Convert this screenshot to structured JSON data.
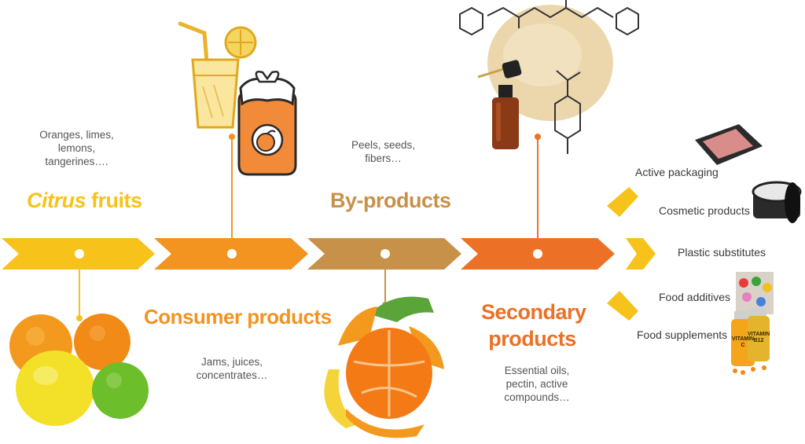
{
  "stages": [
    {
      "id": "citrus",
      "title_italic": "Citrus",
      "title_rest": " fruits",
      "description": [
        "Oranges, limes,",
        "lemons,",
        "tangerines…."
      ],
      "color": "#f7c21a"
    },
    {
      "id": "consumer",
      "title": "Consumer products",
      "description": [
        "Jams, juices,",
        "concentrates…"
      ],
      "color": "#f39320"
    },
    {
      "id": "byproducts",
      "title": "By-products",
      "description": [
        "Peels, seeds,",
        "fibers…"
      ],
      "color": "#c8914a"
    },
    {
      "id": "secondary",
      "title": "Secondary products",
      "title_lines": [
        "Secondary",
        "products"
      ],
      "description": [
        "Essential oils,",
        "pectin, active",
        "compounds…"
      ],
      "color": "#ec7025"
    }
  ],
  "applications": [
    "Active packaging",
    "Cosmetic products",
    "Plastic substitutes",
    "Food additives",
    "Food supplements"
  ],
  "images": {
    "citrus": "citrus-fruits-photo",
    "consumer": "juice-and-jam-illustration",
    "byproducts": "peeled-tangerine-photo",
    "secondary": "essential-oil-and-pectin-powder",
    "packaging": "meat-tray-photo",
    "cosmetic": "cream-jar-photo",
    "additives": "candies-photo",
    "supplements": "vitamin-bottles-photo"
  },
  "vitamin_labels": {
    "c": "VITAMIN C",
    "b": "VITAMIN B12"
  }
}
